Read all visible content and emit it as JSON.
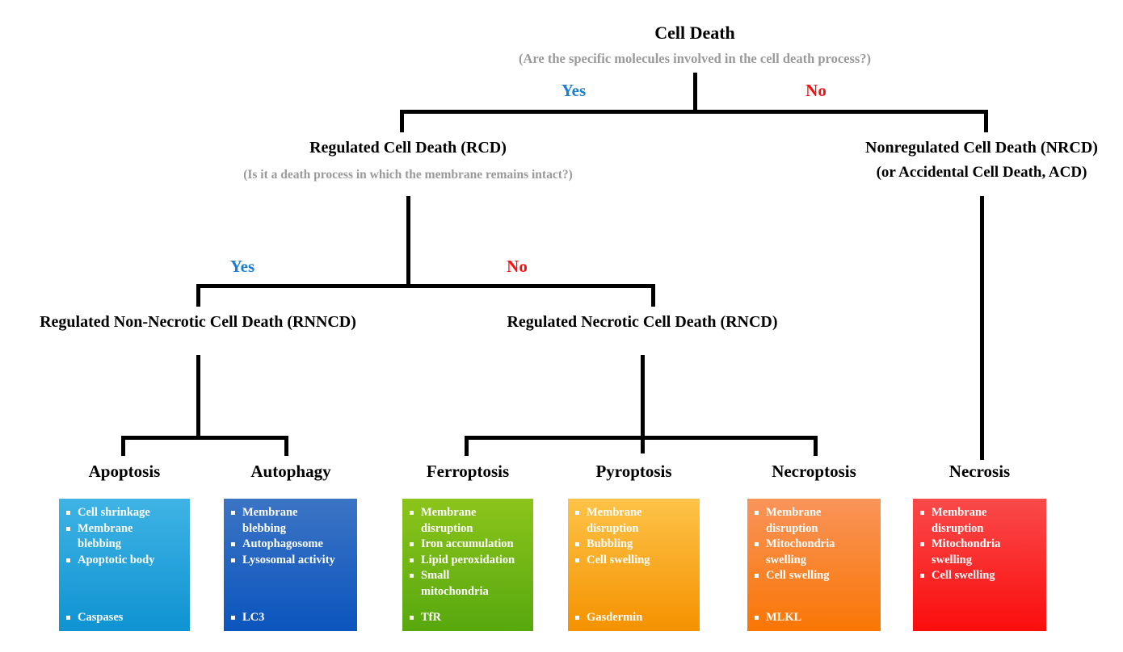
{
  "diagram": {
    "root": {
      "title": "Cell Death",
      "question": "(Are the specific molecules involved in the cell death process?)"
    },
    "branch_labels": {
      "level1_yes": "Yes",
      "level1_no": "No",
      "level2_yes": "Yes",
      "level2_no": "No"
    },
    "level2": {
      "left": {
        "title": "Regulated Cell Death (RCD)",
        "question": "(Is it a death process in which the membrane remains intact?)"
      },
      "right": {
        "title_line1": "Nonregulated Cell Death (NRCD)",
        "title_line2": "(or Accidental Cell Death, ACD)"
      }
    },
    "level3": {
      "left": {
        "title": "Regulated Non-Necrotic Cell Death (RNNCD)"
      },
      "right": {
        "title": "Regulated Necrotic Cell Death (RNCD)"
      }
    },
    "leaves": [
      {
        "title": "Apoptosis",
        "color_start": "#3FB3E4",
        "color_end": "#0F93D2",
        "features": [
          "Cell shrinkage",
          "Membrane",
          "blebbing",
          "Apoptotic body"
        ],
        "marker": "Caspases"
      },
      {
        "title": "Autophagy",
        "color_start": "#3C74C4",
        "color_end": "#0B55BE",
        "features": [
          "Membrane",
          "blebbing",
          "Autophagosome",
          "Lysosomal activity"
        ],
        "marker": "LC3"
      },
      {
        "title": "Ferroptosis",
        "color_start": "#8CC41B",
        "color_end": "#57A80E",
        "features": [
          "Membrane",
          "disruption",
          "Iron accumulation",
          "Lipid peroxidation",
          "Small",
          "mitochondria"
        ],
        "marker": "TfR"
      },
      {
        "title": "Pyroptosis",
        "color_start": "#FDC348",
        "color_end": "#F59200",
        "features": [
          "Membrane",
          "disruption",
          "Bubbling",
          "Cell swelling"
        ],
        "marker": "Gasdermin"
      },
      {
        "title": "Necroptosis",
        "color_start": "#F9945A",
        "color_end": "#F97604",
        "features": [
          "Membrane",
          "disruption",
          "Mitochondria",
          "swelling",
          "Cell swelling"
        ],
        "marker": "MLKL"
      },
      {
        "title": "Necrosis",
        "color_start": "#F94A4A",
        "color_end": "#FB0D0D",
        "features": [
          "Membrane",
          "disruption",
          "Mitochondria",
          "swelling",
          "Cell swelling"
        ],
        "marker": ""
      }
    ]
  }
}
